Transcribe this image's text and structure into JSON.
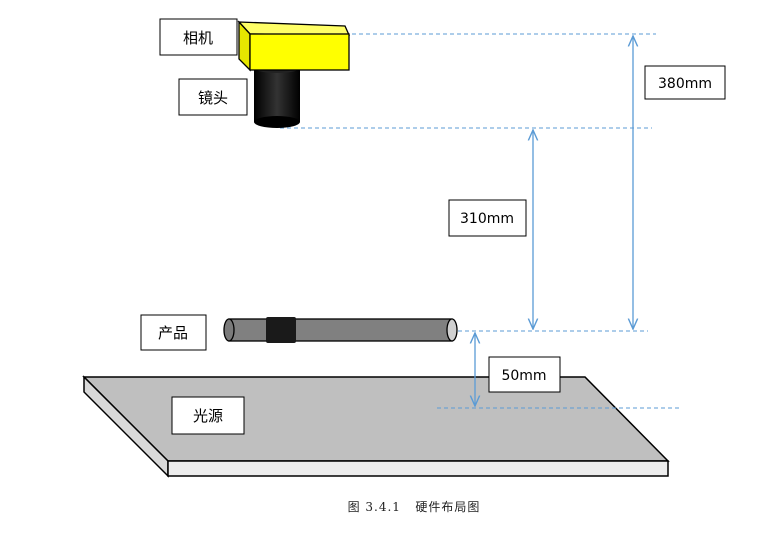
{
  "labels": {
    "camera": "相机",
    "lens": "镜头",
    "product": "产品",
    "light_source": "光源"
  },
  "dimensions": {
    "camera_to_product": "380mm",
    "lens_to_product": "310mm",
    "product_to_light": "50mm"
  },
  "caption": "图 3.4.1   硬件布局图",
  "colors": {
    "camera_body": "#ffff00",
    "lens": "#111111",
    "product_rod": "#808080",
    "product_band": "#1a1a1a",
    "light_top": "#bfbfbf",
    "light_edge": "#d9d9d9",
    "dimension_line": "#5b9bd5"
  }
}
